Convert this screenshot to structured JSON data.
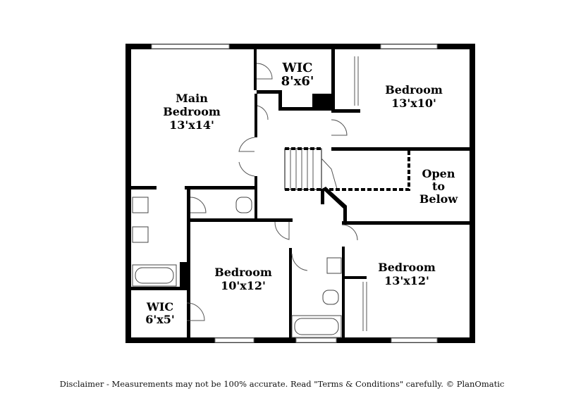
{
  "rooms": [
    {
      "id": "main-bedroom",
      "lines": [
        "Main",
        "Bedroom",
        "13'x14'"
      ]
    },
    {
      "id": "wic-top",
      "lines": [
        "WIC",
        "8'x6'"
      ]
    },
    {
      "id": "bedroom-top-right",
      "lines": [
        "Bedroom",
        "13'x10'"
      ]
    },
    {
      "id": "open-to-below",
      "lines": [
        "Open",
        "to",
        "Below"
      ]
    },
    {
      "id": "bedroom-center",
      "lines": [
        "Bedroom",
        "10'x12'"
      ]
    },
    {
      "id": "bedroom-bottom-right",
      "lines": [
        "Bedroom",
        "13'x12'"
      ]
    },
    {
      "id": "wic-bottom",
      "lines": [
        "WIC",
        "6'x5'"
      ]
    }
  ],
  "disclaimer": "Disclaimer - Measurements may not be 100% accurate. Read \"Terms & Conditions\" carefully. © PlanOmatic"
}
